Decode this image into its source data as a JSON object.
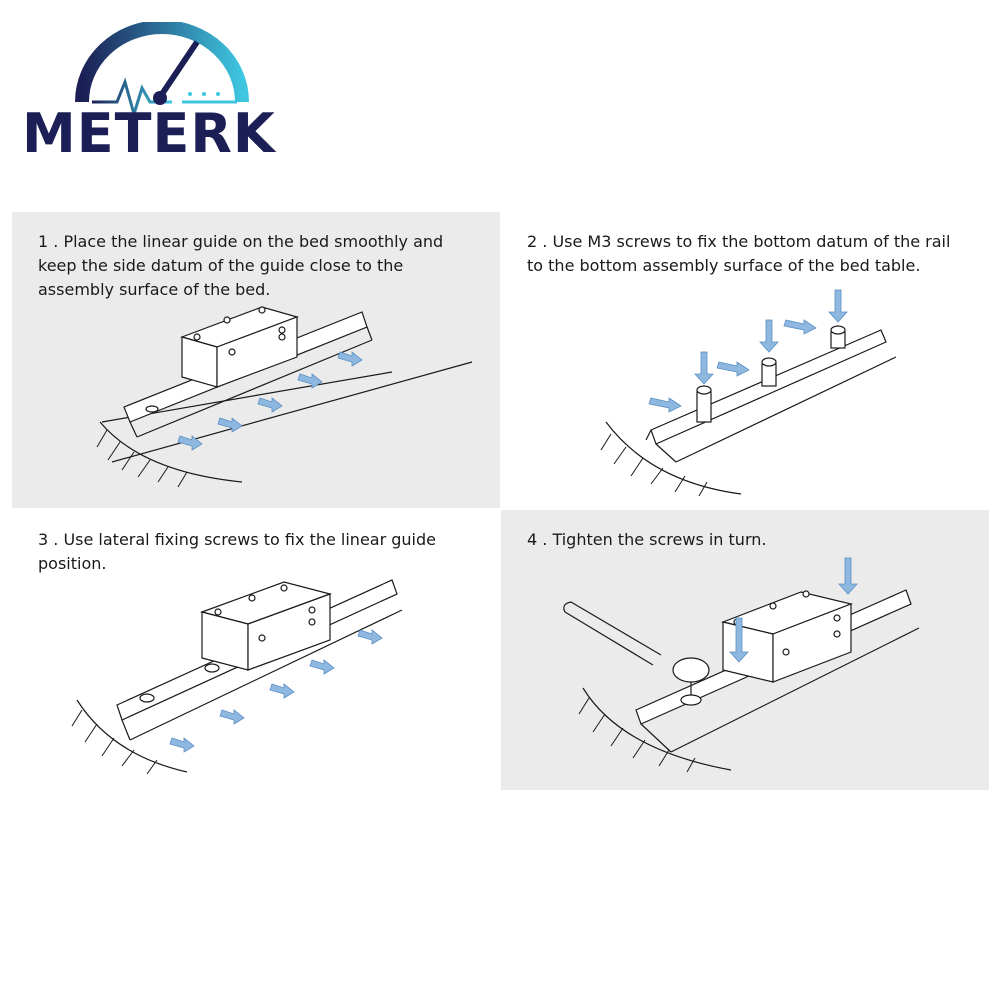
{
  "brand": {
    "name": "METERK",
    "colors": {
      "dark": "#1b1f55",
      "accent": "#3ec6e0"
    }
  },
  "steps": [
    {
      "caption": "1 . Place the linear guide on the bed smoothly and\nkeep the side datum of the guide close to the\nassembly surface of the bed."
    },
    {
      "caption": "2 . Use M3 screws to fix the bottom datum of the rail\nto the bottom assembly surface of the bed table."
    },
    {
      "caption": "3 . Use lateral fixing screws to fix the linear guide\nposition."
    },
    {
      "caption": "4 . Tighten the screws in turn."
    }
  ],
  "arrow_color": "#8fb8e0"
}
